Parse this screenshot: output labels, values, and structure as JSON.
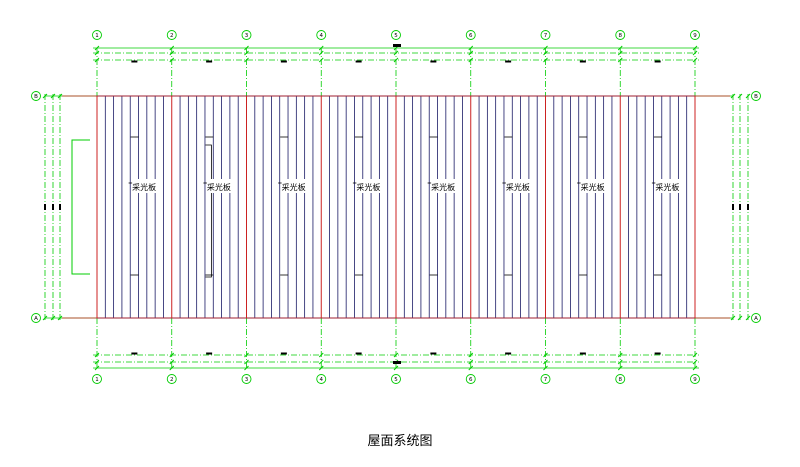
{
  "title": "屋面系统图",
  "axes_columns": [
    "1",
    "2",
    "3",
    "4",
    "5",
    "6",
    "7",
    "8",
    "9"
  ],
  "axes_rows": [
    "B",
    "A"
  ],
  "panel_label": "采光板",
  "colors": {
    "background": "#ffffff",
    "dimension": "#00cc00",
    "roof_lines": "#1a1a66",
    "column_lines": "#cc2222",
    "text": "#000000"
  }
}
